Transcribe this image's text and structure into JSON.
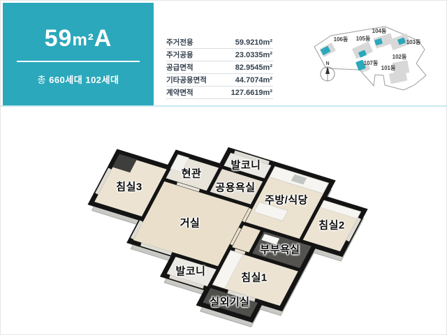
{
  "header": {
    "unit_title_num": "59",
    "unit_title_unit": "m²",
    "unit_title_type": "A",
    "unit_label_prefix": "총 ",
    "unit_total": "660세대",
    "unit_type": "102세대",
    "accent_color": "#2ba8bc"
  },
  "area_table": {
    "rows": [
      {
        "label": "주거전용",
        "value": "59.9210m²"
      },
      {
        "label": "주거공용",
        "value": "23.0335m²"
      },
      {
        "label": "공급면적",
        "value": "82.9545m²"
      },
      {
        "label": "기타공용면적",
        "value": "44.7074m²"
      },
      {
        "label": "계약면적",
        "value": "127.6619m²"
      }
    ]
  },
  "site_map": {
    "compass_label": "N",
    "buildings": [
      {
        "name": "106동"
      },
      {
        "name": "105동"
      },
      {
        "name": "104동"
      },
      {
        "name": "103동"
      },
      {
        "name": "102동"
      },
      {
        "name": "101동"
      },
      {
        "name": "107동"
      }
    ]
  },
  "floor_plan": {
    "rooms": [
      {
        "id": "balcony-top",
        "label": "발코니"
      },
      {
        "id": "entrance",
        "label": "현관"
      },
      {
        "id": "bath-common",
        "label": "공용욕실"
      },
      {
        "id": "kitchen-dining",
        "label": "주방/식당"
      },
      {
        "id": "bedroom2",
        "label": "침실2"
      },
      {
        "id": "bedroom3",
        "label": "침실3"
      },
      {
        "id": "living",
        "label": "거실"
      },
      {
        "id": "bath-master",
        "label": "부부욕실"
      },
      {
        "id": "bedroom1",
        "label": "침실1"
      },
      {
        "id": "balcony-bottom",
        "label": "발코니"
      },
      {
        "id": "outdoor-unit",
        "label": "실외기실"
      }
    ]
  }
}
